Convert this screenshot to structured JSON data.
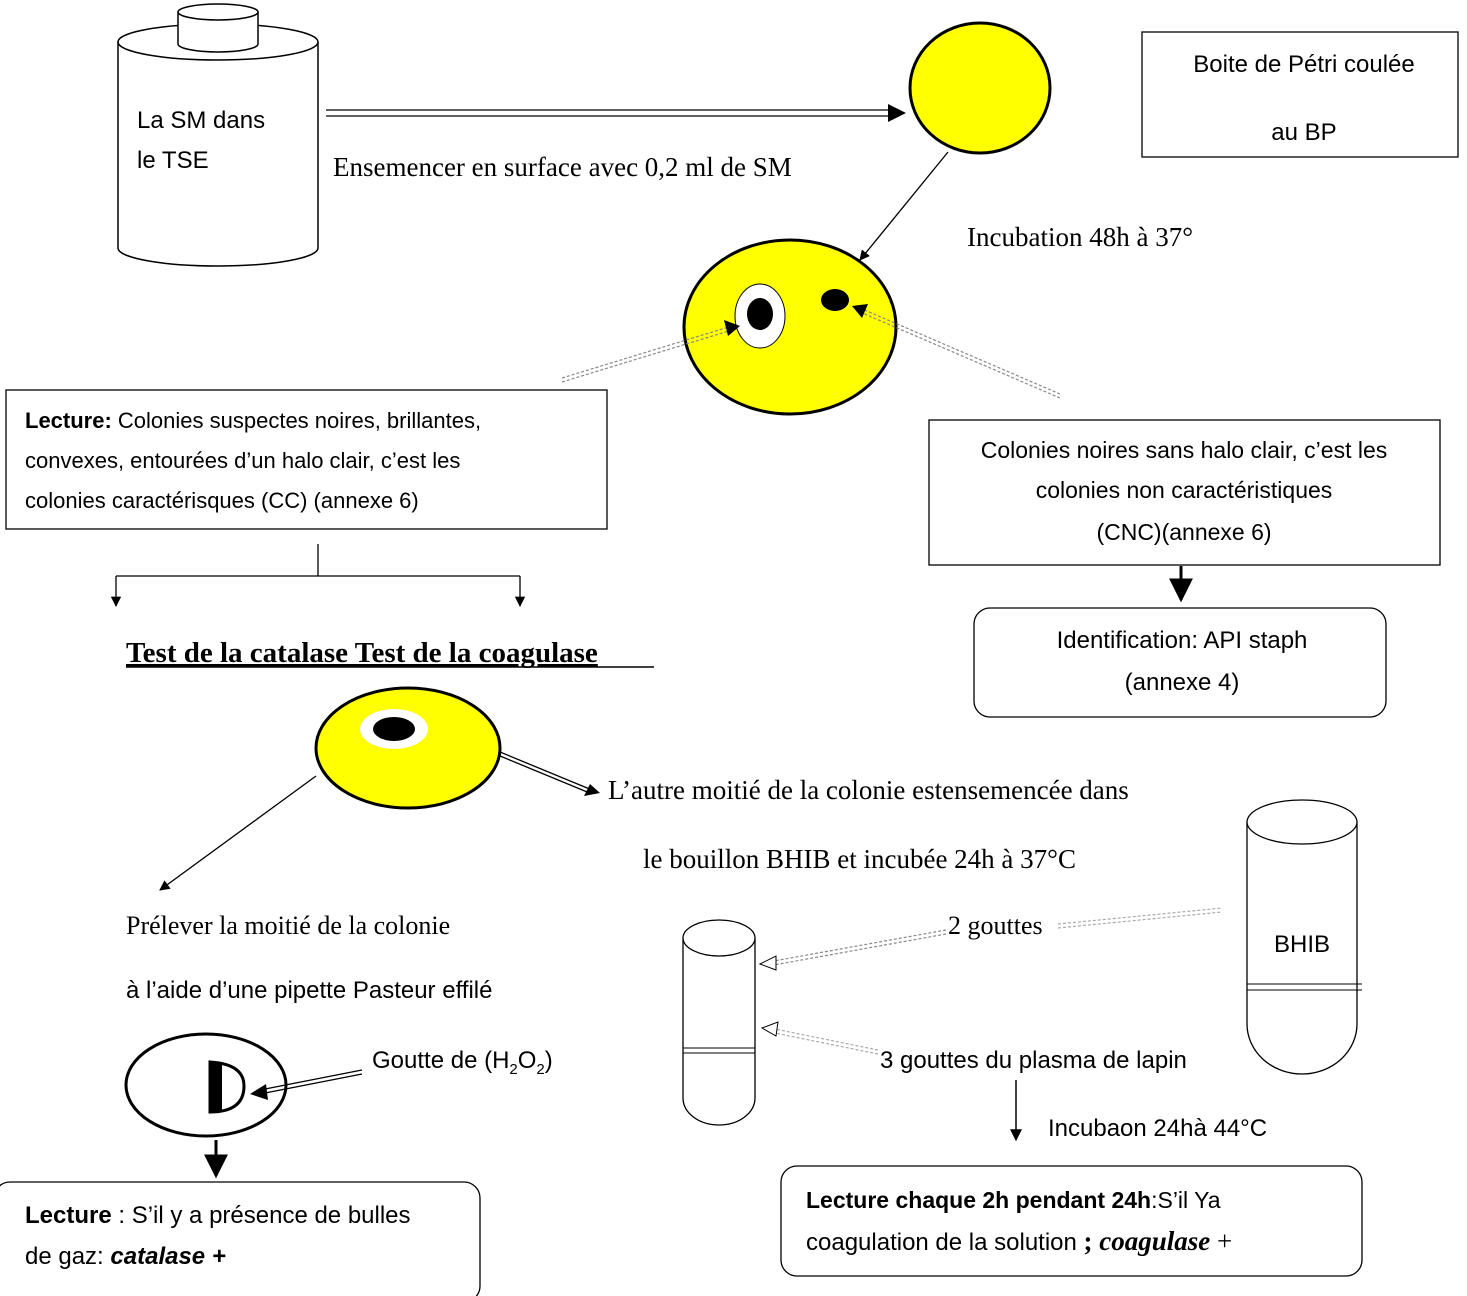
{
  "colors": {
    "agar": "#ffff00",
    "stroke": "#000000",
    "halo": "#ffffff",
    "dashed": "#888888"
  },
  "labels": {
    "sm_tse_line1": "La SM dans",
    "sm_tse_line2": "le TSE",
    "ensemencer": "Ensemencer  en surface avec  0,2 ml de SM",
    "petri_line1": "Boite de Pétri coulée",
    "petri_line2": "au BP",
    "incubation_48h": "Incubation 48h à 37°",
    "lecture_cc_bold": "Lecture:",
    "lecture_cc_line1": " Colonies suspectes noires, brillantes,",
    "lecture_cc_line2": "convexes, entourées d’un halo clair, c’est les",
    "lecture_cc_line3": "colonies caractérisques   (CC) (annexe 6)",
    "cnc_line1": "Colonies noires sans halo clair, c’est les",
    "cnc_line2": "colonies non caractéristiques",
    "cnc_line3": "(CNC)(annexe 6)",
    "api_line1": "Identification: API staph",
    "api_line2": "(annexe 4)",
    "tests_title": "Test de la catalase Test de la coagulase",
    "autre_line1": "L’autre moitié de la colonie estensemencée dans",
    "autre_line2": "le bouillon BHIB et incubée 24h à 37°C",
    "bhib": "BHIB",
    "prelever_line1": "Prélever la moitié de la colonie",
    "prelever_line2": "à l’aide d’une pipette Pasteur effilé",
    "deux_gouttes": "2 gouttes",
    "goutte_h2o2": "Goutte de  (H",
    "h2o2_sub1": "2",
    "h2o2_mid": "O",
    "h2o2_sub2": "2",
    "h2o2_close": ")",
    "trois_gouttes": "3 gouttes du plasma de lapin",
    "incubation_44": "Incubaon   24hà 44°C",
    "lecture_cat_bold": "Lecture",
    "lecture_cat_line1": " : S’il y a présence de bulles",
    "lecture_cat_line2_a": "de gaz: ",
    "lecture_cat_line2_b": "catalase +",
    "lecture_coag_bold": "Lecture chaque 2h pendant 24h",
    "lecture_coag_line1": ":S’il Ya",
    "lecture_coag_line2_a": "coagulation de la solution ",
    "lecture_coag_line2_b": "; ",
    "lecture_coag_line2_c": "coagulase",
    "lecture_coag_line2_d": " +"
  }
}
